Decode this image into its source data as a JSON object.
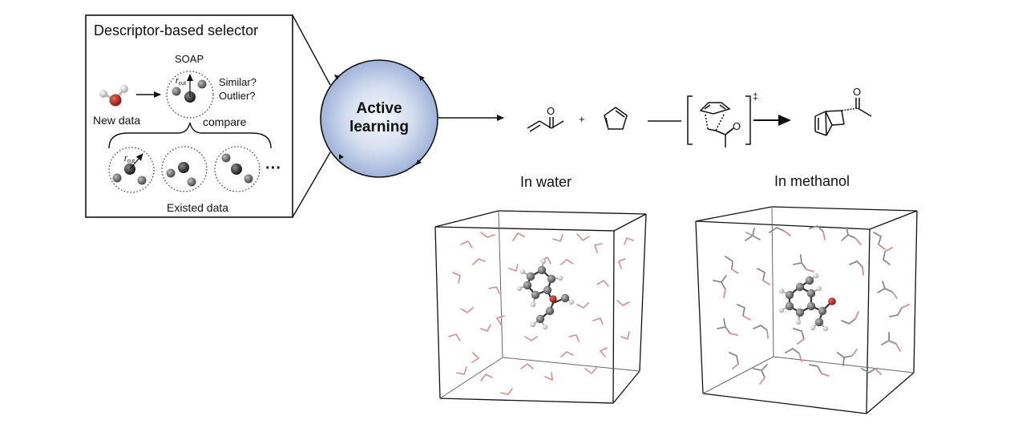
{
  "selector": {
    "title": "Descriptor-based selector",
    "soap_label": "SOAP",
    "rcut_label": "r",
    "rcut_sub": "cut",
    "similar_label": "Similar?",
    "outlier_label": "Outlier?",
    "new_data_label": "New data",
    "compare_label": "compare",
    "ellipsis": "···",
    "existed_data_label": "Existed data"
  },
  "active_learning": {
    "line1": "Active",
    "line2": "learning",
    "fill_color": "#aebfdf"
  },
  "reaction": {
    "plus": "+",
    "ts_mark": "‡",
    "oxygen": "O"
  },
  "boxes": {
    "water_title": "In water",
    "methanol_title": "In methanol"
  },
  "colors": {
    "oxygen": "#b9231e",
    "carbon": "#555555",
    "hydrogen": "#cfcfcf",
    "solvent_bond_red": "#d48f8f",
    "solvent_bond_gray": "#8a8a8a"
  }
}
